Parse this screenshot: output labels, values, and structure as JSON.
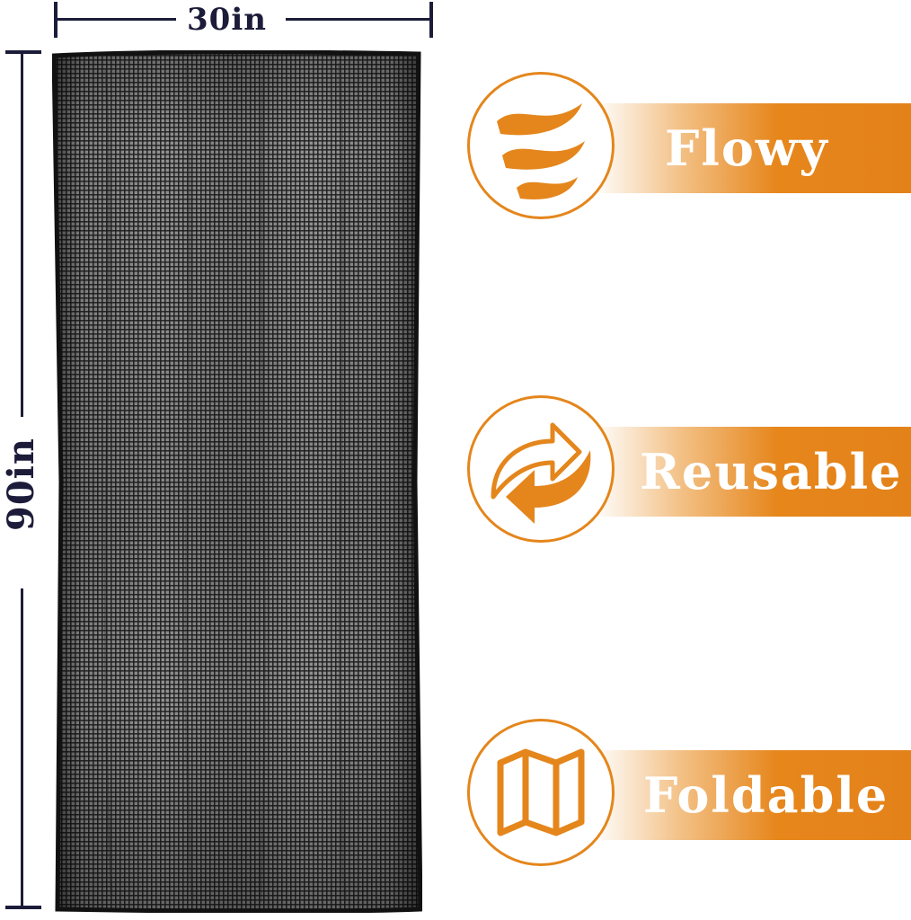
{
  "dimensions": {
    "width_label": "30in",
    "height_label": "90in"
  },
  "colors": {
    "accent": "#e4861c",
    "dimension_line": "#1c1c3a",
    "fabric": "#3a3a3a",
    "label_text": "#ffffff"
  },
  "features": [
    {
      "label": "Flowy",
      "icon": "wave-icon"
    },
    {
      "label": "Reusable",
      "icon": "recycle-arrows-icon"
    },
    {
      "label": "Foldable",
      "icon": "folded-map-icon"
    }
  ]
}
